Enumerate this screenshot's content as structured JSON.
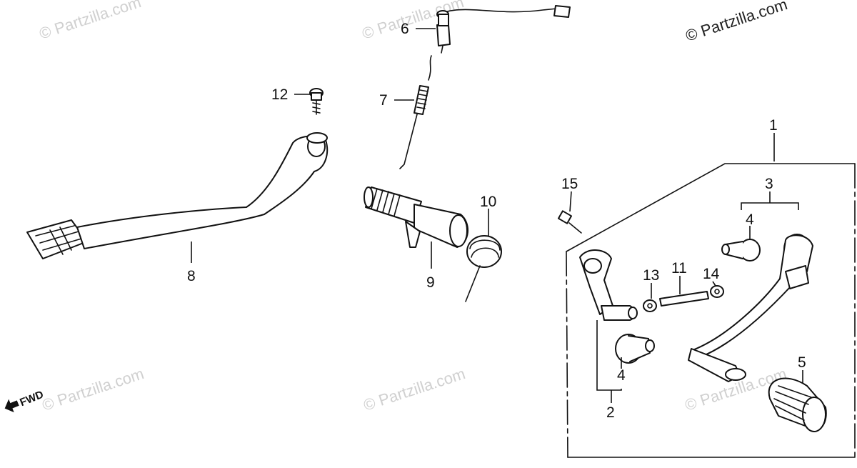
{
  "watermarks": {
    "main": "© Partzilla.com",
    "faint": "© Partzilla.com"
  },
  "direction": {
    "label": "FWD",
    "icon": "arrow-left-icon"
  },
  "callouts": {
    "c1": "1",
    "c2": "2",
    "c3": "3",
    "c4a": "4",
    "c4b": "4",
    "c5": "5",
    "c6": "6",
    "c7": "7",
    "c8": "8",
    "c9": "9",
    "c10": "10",
    "c11": "11",
    "c12": "12",
    "c13": "13",
    "c14": "14",
    "c15": "15"
  },
  "colors": {
    "line": "#111111",
    "watermark": "#d0d0d0",
    "background": "#ffffff"
  }
}
